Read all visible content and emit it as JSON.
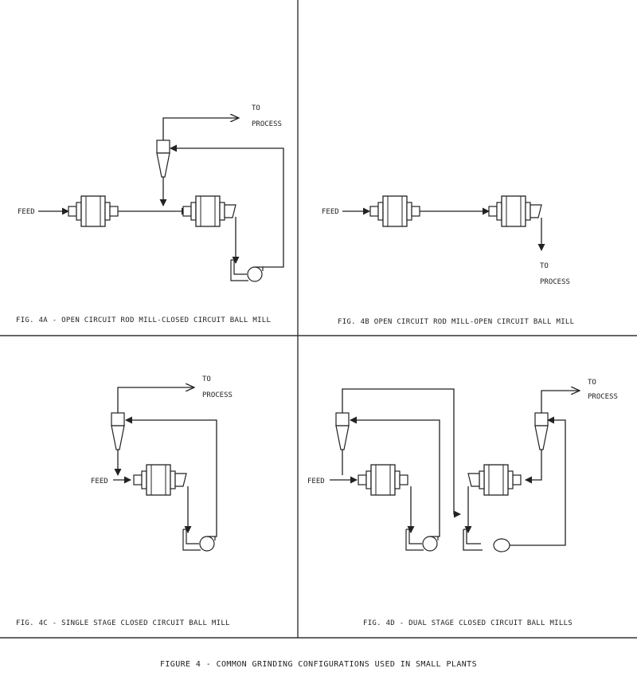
{
  "panels": {
    "a": {
      "caption": "FIG. 4A - OPEN CIRCUIT ROD MILL-CLOSED CIRCUIT BALL MILL",
      "feed": "FEED",
      "to": "TO",
      "process": "PROCESS"
    },
    "b": {
      "caption": "FIG. 4B   OPEN CIRCUIT ROD MILL-OPEN CIRCUIT BALL MILL",
      "feed": "FEED",
      "to": "TO",
      "process": "PROCESS"
    },
    "c": {
      "caption": "FIG. 4C - SINGLE STAGE CLOSED CIRCUIT BALL MILL",
      "feed": "FEED",
      "to": "TO",
      "process": "PROCESS"
    },
    "d": {
      "caption": "FIG. 4D - DUAL STAGE CLOSED CIRCUIT BALL MILLS",
      "feed": "FEED",
      "to": "TO",
      "process": "PROCESS"
    }
  },
  "figure_title": "FIGURE 4 - COMMON GRINDING CONFIGURATIONS USED IN SMALL PLANTS"
}
